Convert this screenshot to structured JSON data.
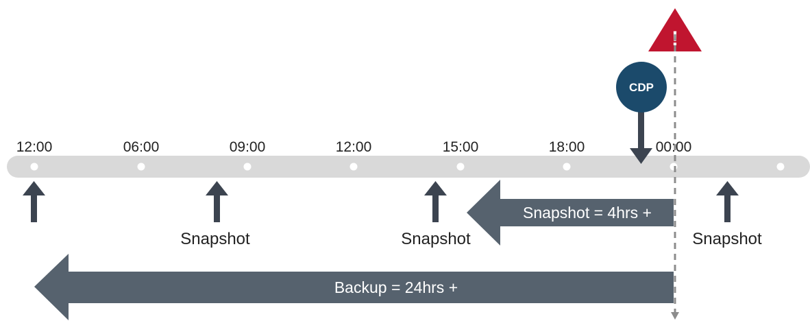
{
  "colors": {
    "timeline_bar": "#d9d9d9",
    "timeline_dot": "#ffffff",
    "arrow_dark": "#3c4450",
    "range_arrow": "#56626e",
    "cdp_circle": "#1b4a6b",
    "alert_red": "#c0152f",
    "dashed_line": "#8c8c8c",
    "text": "#222222"
  },
  "timeline": {
    "ticks": [
      "12:00",
      "06:00",
      "09:00",
      "12:00",
      "15:00",
      "18:00",
      "00:00"
    ]
  },
  "snapshots": {
    "label": "Snapshot",
    "count_arrows": 4
  },
  "cdp": {
    "label": "CDP"
  },
  "alert": {
    "glyph": "!",
    "icon": "warning-triangle-icon"
  },
  "ranges": {
    "snapshot_label": "Snapshot = 4hrs +",
    "backup_label": "Backup = 24hrs +"
  }
}
